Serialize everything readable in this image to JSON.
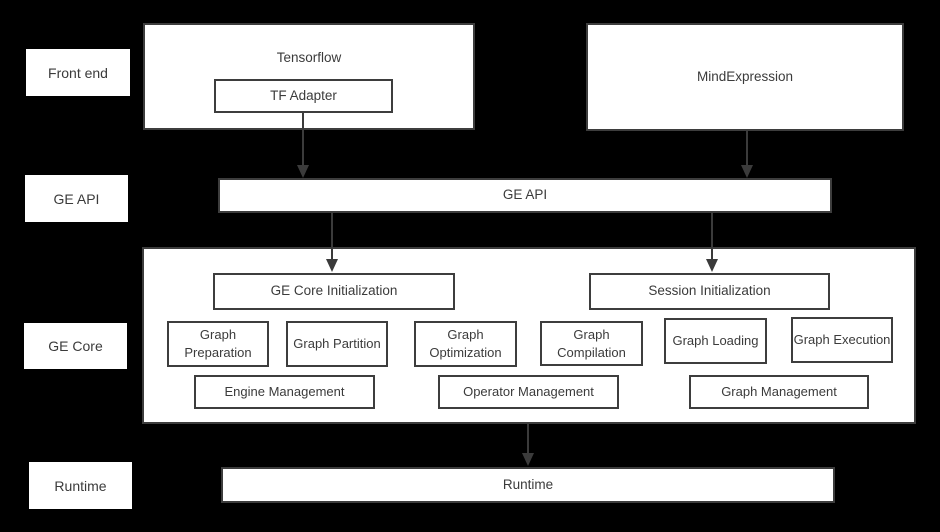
{
  "layers": {
    "front_end": "Front end",
    "ge_api": "GE API",
    "ge_core": "GE Core",
    "runtime": "Runtime"
  },
  "front_end": {
    "tensorflow": "Tensorflow",
    "tf_adapter": "TF Adapter",
    "mind_expression": "MindExpression"
  },
  "api": {
    "label": "GE API"
  },
  "core": {
    "ge_core_init": "GE Core Initialization",
    "session_init": "Session Initialization",
    "modules": [
      "Graph Preparation",
      "Graph Partition",
      "Graph Optimization",
      "Graph Compilation",
      "Graph Loading",
      "Graph Execution"
    ],
    "managers": [
      "Engine Management",
      "Operator Management",
      "Graph Management"
    ]
  },
  "runtime": {
    "label": "Runtime"
  },
  "colors": {
    "background": "#000000",
    "box_fill": "#ffffff",
    "border": "#3d3d3d",
    "text": "#3b3b3b",
    "arrow": "#3b3b3b"
  }
}
